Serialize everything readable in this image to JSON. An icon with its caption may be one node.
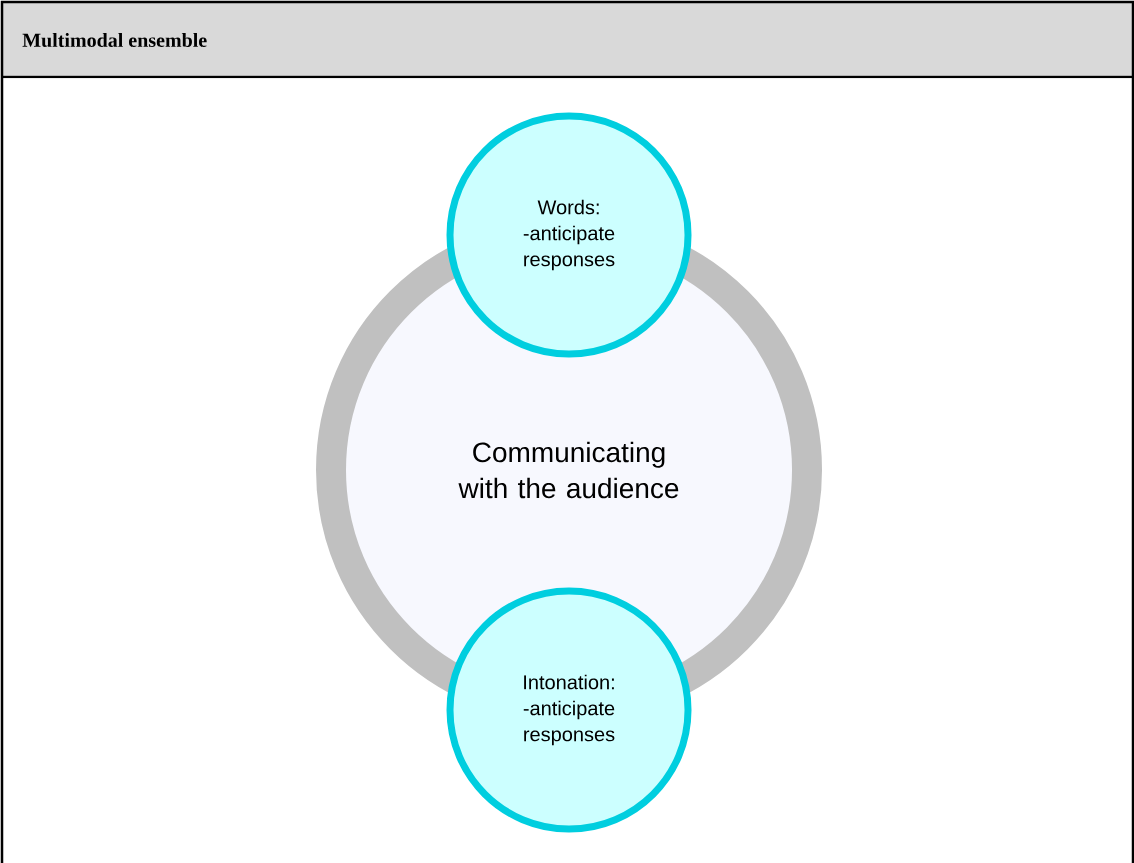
{
  "diagram": {
    "title": "Multimodal ensemble",
    "nodes": [
      {
        "text": [
          "Communicating with the audience"
        ]
      },
      {
        "text": [
          "Words:",
          "-anticipate responses"
        ]
      },
      {
        "text": [
          "Intonation:",
          "-anticipate responses"
        ]
      }
    ]
  }
}
